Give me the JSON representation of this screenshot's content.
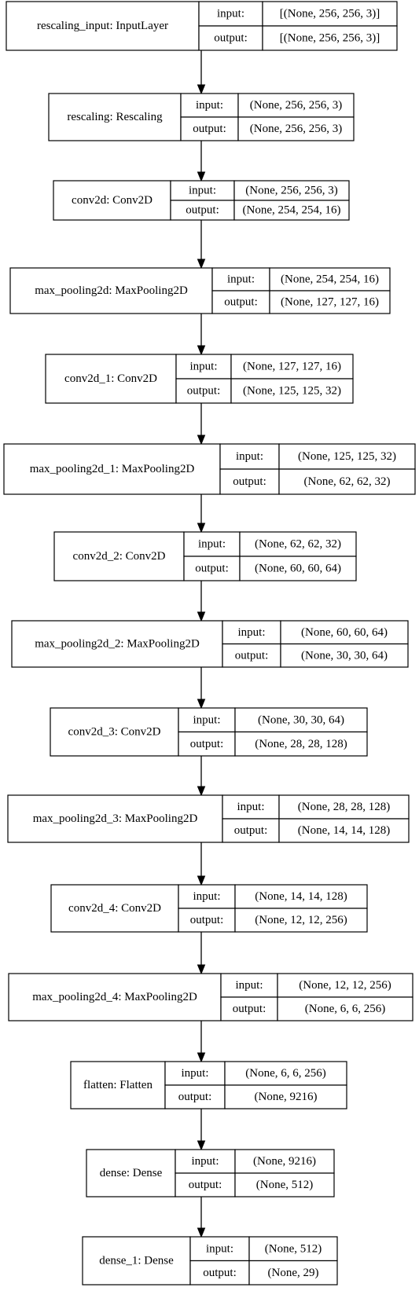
{
  "io_labels": {
    "input": "input:",
    "output": "output:"
  },
  "layers": [
    {
      "name": "rescaling_input: InputLayer",
      "input": "[(None, 256, 256, 3)]",
      "output": "[(None, 256, 256, 3)]"
    },
    {
      "name": "rescaling: Rescaling",
      "input": "(None, 256, 256, 3)",
      "output": "(None, 256, 256, 3)"
    },
    {
      "name": "conv2d: Conv2D",
      "input": "(None, 256, 256, 3)",
      "output": "(None, 254, 254, 16)"
    },
    {
      "name": "max_pooling2d: MaxPooling2D",
      "input": "(None, 254, 254, 16)",
      "output": "(None, 127, 127, 16)"
    },
    {
      "name": "conv2d_1: Conv2D",
      "input": "(None, 127, 127, 16)",
      "output": "(None, 125, 125, 32)"
    },
    {
      "name": "max_pooling2d_1: MaxPooling2D",
      "input": "(None, 125, 125, 32)",
      "output": "(None, 62, 62, 32)"
    },
    {
      "name": "conv2d_2: Conv2D",
      "input": "(None, 62, 62, 32)",
      "output": "(None, 60, 60, 64)"
    },
    {
      "name": "max_pooling2d_2: MaxPooling2D",
      "input": "(None, 60, 60, 64)",
      "output": "(None, 30, 30, 64)"
    },
    {
      "name": "conv2d_3: Conv2D",
      "input": "(None, 30, 30, 64)",
      "output": "(None, 28, 28, 128)"
    },
    {
      "name": "max_pooling2d_3: MaxPooling2D",
      "input": "(None, 28, 28, 128)",
      "output": "(None, 14, 14, 128)"
    },
    {
      "name": "conv2d_4: Conv2D",
      "input": "(None, 14, 14, 128)",
      "output": "(None, 12, 12, 256)"
    },
    {
      "name": "max_pooling2d_4: MaxPooling2D",
      "input": "(None, 12, 12, 256)",
      "output": "(None, 6, 6, 256)"
    },
    {
      "name": "flatten: Flatten",
      "input": "(None, 6, 6, 256)",
      "output": "(None, 9216)"
    },
    {
      "name": "dense: Dense",
      "input": "(None, 9216)",
      "output": "(None, 512)"
    },
    {
      "name": "dense_1: Dense",
      "input": "(None, 512)",
      "output": "(None, 29)"
    }
  ]
}
